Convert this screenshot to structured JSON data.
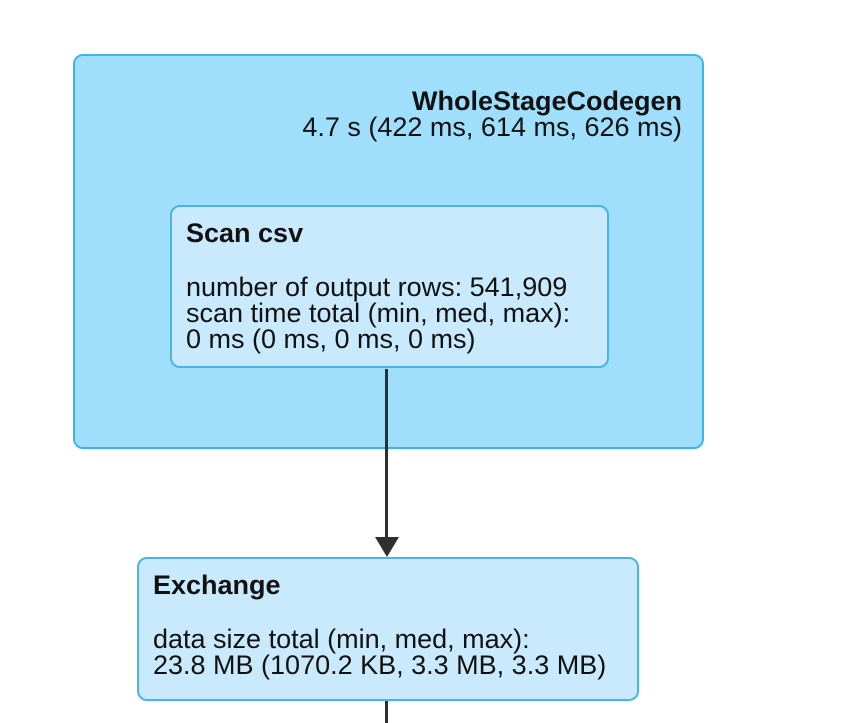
{
  "plan": {
    "codegen_cluster": {
      "title": "WholeStageCodegen",
      "timing": "4.7 s (422 ms, 614 ms, 626 ms)"
    },
    "scan_node": {
      "title": "Scan csv",
      "metrics": [
        "number of output rows: 541,909",
        "scan time total (min, med, max):",
        "0 ms (0 ms, 0 ms, 0 ms)"
      ]
    },
    "exchange_node": {
      "title": "Exchange",
      "metrics": [
        "data size total (min, med, max):",
        "23.8 MB (1070.2 KB, 3.3 MB, 3.3 MB)"
      ]
    },
    "colors": {
      "cluster_fill": "#9FDFFC",
      "cluster_border": "#3DB5EC",
      "node_fill": "#C8EAFC",
      "node_border": "#4CB3E9",
      "edge": "#2F2F2F"
    }
  }
}
